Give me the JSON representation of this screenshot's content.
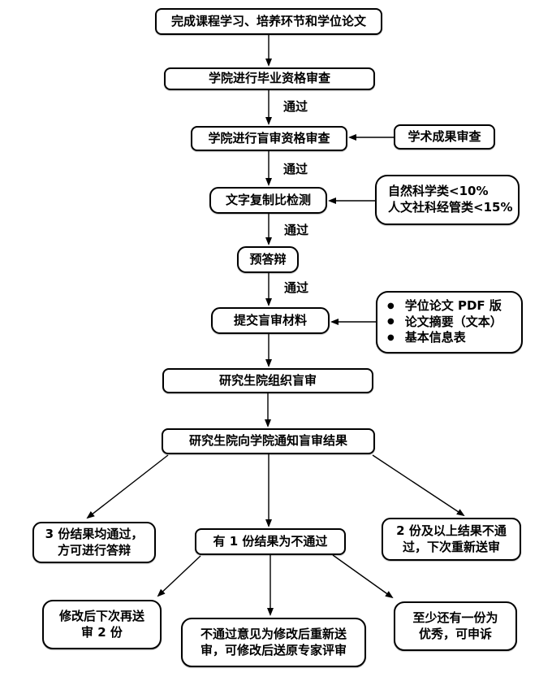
{
  "diagram": {
    "background_color": "#ffffff",
    "line_color": "#000000",
    "box_border_color": "#000000",
    "text_color": "#000000"
  },
  "nodes": {
    "complete_coursework": {
      "label": "完成课程学习、培养环节和学位论文"
    },
    "graduation_qualification": {
      "label": "学院进行毕业资格审查"
    },
    "blind_review_qualification": {
      "label": "学院进行盲审资格审查"
    },
    "academic_achievement_review": {
      "label": "学术成果审查"
    },
    "copy_ratio_detection": {
      "label": "文字复制比检测"
    },
    "copy_ratio_thresholds": {
      "line1": "自然科学类<10%",
      "line2": "人文社科经管类<15%"
    },
    "pre_defense": {
      "label": "预答辩"
    },
    "submit_materials": {
      "label": "提交盲审材料"
    },
    "materials_list": {
      "bullet": "●",
      "items": [
        "学位论文 PDF 版",
        "论文摘要（文本）",
        "基本信息表"
      ]
    },
    "organize_blind_review": {
      "label": "研究生院组织盲审"
    },
    "notify_results": {
      "label": "研究生院向学院通知盲审结果"
    },
    "all_passed": {
      "line1": "3 份结果均通过，",
      "line2": "方可进行答辩"
    },
    "one_failed": {
      "label": "有 1 份结果为不通过"
    },
    "two_failed": {
      "line1": "2 份及以上结果不通",
      "line2": "过，下次重新送审"
    },
    "revise_resubmit": {
      "line1": "修改后下次再送",
      "line2": "审 2 份"
    },
    "revise_original_experts": {
      "line1": "不通过意见为修改后重新送",
      "line2": "审，可修改后送原专家评审"
    },
    "excellent_appeal": {
      "line1": "至少还有一份为",
      "line2": "优秀，可申诉"
    }
  },
  "edge_labels": {
    "pass1": "通过",
    "pass2": "通过",
    "pass3": "通过",
    "pass4": "通过"
  }
}
